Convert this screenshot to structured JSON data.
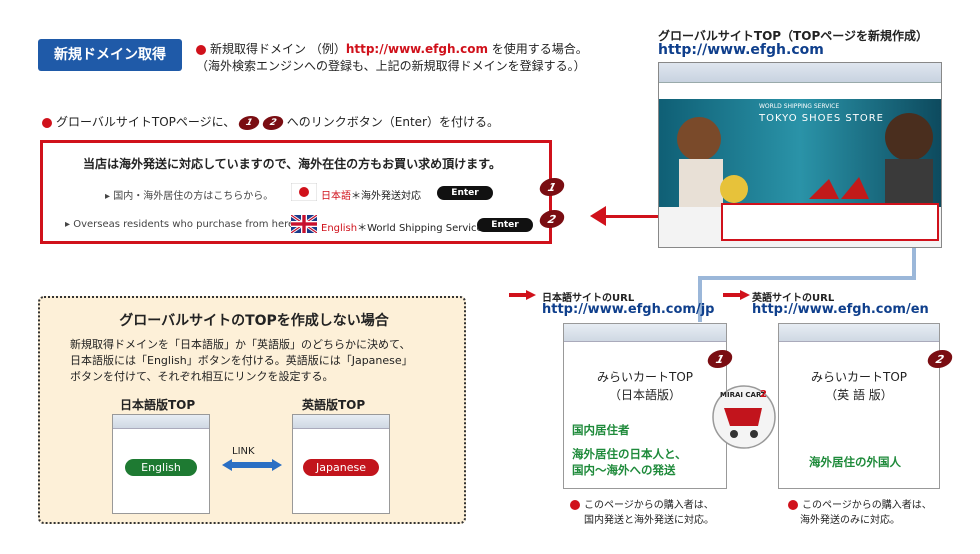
{
  "badge": "新規ドメイン取得",
  "intro": {
    "line1_prefix": "新規取得ドメイン （例）",
    "line1_url": "http://www.efgh.com",
    "line1_suffix": " を使用する場合。",
    "line2": "（海外検索エンジンへの登録も、上記の新規取得ドメインを登録する。）"
  },
  "link_note": {
    "prefix": "グローバルサイトTOPページに、",
    "n1": "1",
    "n2": "2",
    "suffix": " へのリンクボタン（Enter）を付ける。"
  },
  "red_box": {
    "headline": "当店は海外発送に対応していますので、海外在住の方もお買い求め頂けます。",
    "row1_label": "▸ 国内・海外居住の方はこちらから。",
    "row1_lang_red": "日本語",
    "row1_lang_rest": "＊海外発送対応",
    "row2_label": "▸ Overseas residents who purchase from here.",
    "row2_lang_red": "English",
    "row2_lang_rest": "＊World Shipping Service",
    "enter": "Enter",
    "n1": "1",
    "n2": "2"
  },
  "global_site": {
    "title": "グローバルサイトTOP（TOPページを新規作成）",
    "url": "http://www.efgh.com",
    "hero_small": "WORLD SHIPPING SERVICE",
    "hero_text": "TOKYO SHOES STORE"
  },
  "dotted": {
    "title": "グローバルサイトのTOPを作成しない場合",
    "body1": "新規取得ドメインを「日本語版」か「英語版」のどちらかに決めて、",
    "body2": "日本語版には「English」ボタンを付ける。英語版には「Japanese」",
    "body3": "ボタンを付けて、それぞれ相互にリンクを設定する。",
    "jp_label": "日本語版TOP",
    "en_label": "英語版TOP",
    "english_btn": "English",
    "japanese_btn": "Japanese",
    "link": "LINK"
  },
  "jp_site": {
    "url_label": "日本語サイトのURL",
    "url": "http://www.efgh.com/jp",
    "title1": "みらいカートTOP",
    "title2": "（日本語版）",
    "green1": "国内居住者",
    "green2": "海外居住の日本人と、",
    "green3": "国内〜海外への発送",
    "note1": "このページからの購入者は、",
    "note2": "国内発送と海外発送に対応。",
    "n": "1"
  },
  "en_site": {
    "url_label": "英語サイトのURL",
    "url": "http://www.efgh.com/en",
    "title1": "みらいカートTOP",
    "title2": "（英 語 版）",
    "green1": "海外居住の外国人",
    "note1": "このページからの購入者は、",
    "note2": "海外発送のみに対応。",
    "n": "2"
  },
  "cart_logo": {
    "text": "MIRAI CART",
    "sup": "2"
  },
  "colors": {
    "red": "#d0111b",
    "blue_badge": "#1f5aa8",
    "green": "#1e8a3a",
    "connector": "#9bb7d9",
    "dotted_bg": "#fdf0d8"
  }
}
